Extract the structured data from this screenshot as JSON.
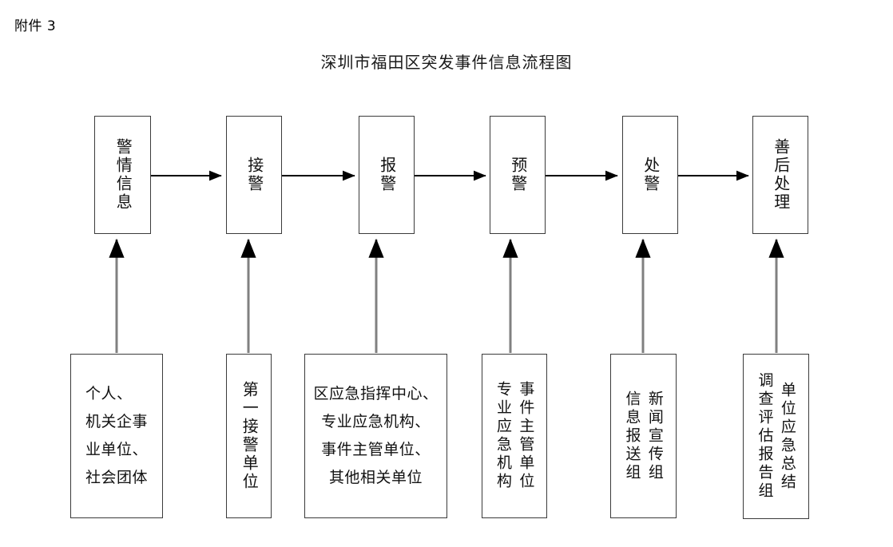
{
  "page": {
    "attachment_label": "附件 3",
    "title": "深圳市福田区突发事件信息流程图",
    "background_color": "#ffffff",
    "box_border_color": "#3b3b3b",
    "arrow_color": "#000000",
    "connector_color": "#808080"
  },
  "flow": {
    "top_stages": [
      {
        "id": "stage-1",
        "label": "警情信息",
        "orientation": "vertical"
      },
      {
        "id": "stage-2",
        "label": "接警",
        "orientation": "vertical"
      },
      {
        "id": "stage-3",
        "label": "报警",
        "orientation": "vertical"
      },
      {
        "id": "stage-4",
        "label": "预警",
        "orientation": "vertical"
      },
      {
        "id": "stage-5",
        "label": "处警",
        "orientation": "vertical"
      },
      {
        "id": "stage-6",
        "label": "善后处理",
        "orientation": "vertical"
      }
    ],
    "bottom_actors": [
      {
        "id": "actor-1",
        "orientation": "horizontal",
        "lines": [
          "个人、",
          "机关企事",
          "业单位、",
          "社会团体"
        ]
      },
      {
        "id": "actor-2",
        "orientation": "vertical",
        "column_right": "第一接警单位"
      },
      {
        "id": "actor-3",
        "orientation": "horizontal",
        "lines": [
          "区应急指挥中心、",
          "专业应急机构、",
          "事件主管单位、",
          "其他相关单位"
        ]
      },
      {
        "id": "actor-4",
        "orientation": "vertical-2col",
        "column_right": "专业应急机构",
        "column_left": "事件主管单位"
      },
      {
        "id": "actor-5",
        "orientation": "vertical-2col",
        "column_right": "信息报送组",
        "column_left": "新闻宣传组"
      },
      {
        "id": "actor-6",
        "orientation": "vertical-2col",
        "column_right": "调查评估报告组",
        "column_left": "单位应急总结"
      }
    ],
    "horizontal_arrow_count": 5,
    "vertical_connector_count": 6
  }
}
